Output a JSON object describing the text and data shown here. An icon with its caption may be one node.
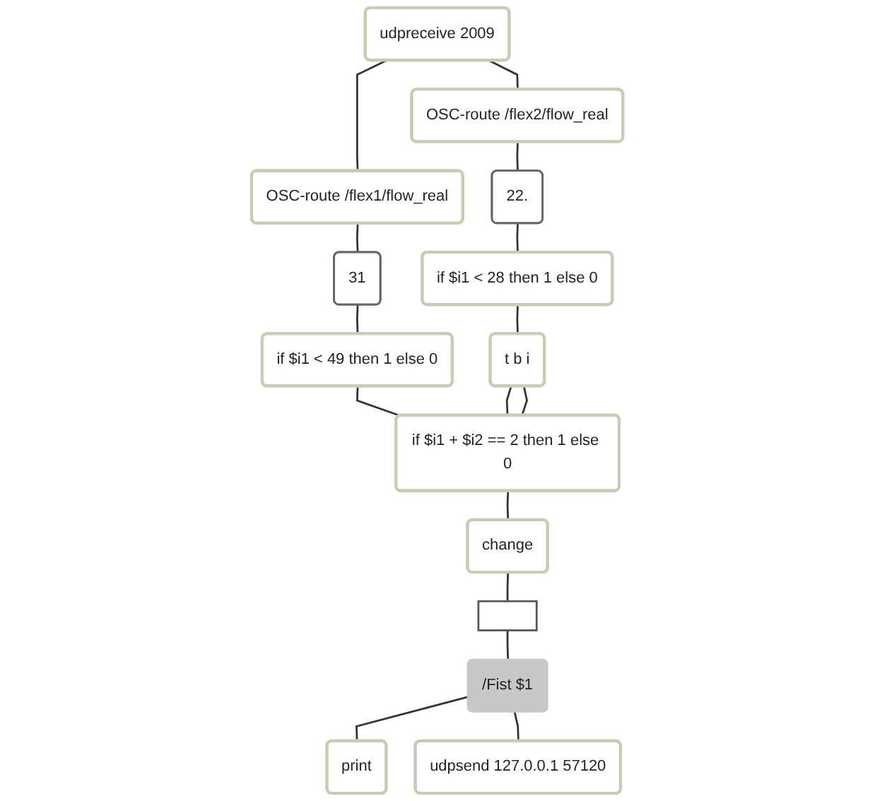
{
  "diagram": {
    "nodes": [
      {
        "text": [
          "udpreceive 2009"
        ]
      },
      {
        "text": [
          "OSC-route /flex1/flow_real"
        ]
      },
      {
        "text": [
          "OSC-route /flex2/flow_real"
        ]
      },
      {
        "text": [
          "31"
        ]
      },
      {
        "text": [
          "22."
        ]
      },
      {
        "text": [
          "if $i1 < 49 then 1 else 0"
        ]
      },
      {
        "text": [
          "if $i1 < 28 then 1 else 0"
        ]
      },
      {
        "text": [
          "t b i"
        ]
      },
      {
        "text": [
          "if $i1 + $i2 == 2 then 1 else 0"
        ]
      },
      {
        "text": [
          "change"
        ]
      },
      {
        "text": [],
        "shape": "box"
      },
      {
        "text": [
          "/Fist $1"
        ]
      },
      {
        "text": [
          "print"
        ]
      },
      {
        "text": [
          "udpsend 127.0.0.1 57120"
        ]
      }
    ],
    "edges": [
      {
        "from": 0,
        "to": 1,
        "arrow": "none"
      },
      {
        "from": 0,
        "to": 2,
        "arrow": "none"
      },
      {
        "from": 1,
        "to": 3,
        "arrow": "none"
      },
      {
        "from": 2,
        "to": 4,
        "arrow": "none"
      },
      {
        "from": 3,
        "to": 5,
        "arrow": "none"
      },
      {
        "from": 4,
        "to": 6,
        "arrow": "none"
      },
      {
        "from": 6,
        "to": 7,
        "arrow": "none"
      },
      {
        "from": 5,
        "to": 8,
        "arrow": "none"
      },
      {
        "from": 7,
        "to": 8,
        "arrow": "none"
      },
      {
        "from": 7,
        "to": 8,
        "arrow": "none"
      },
      {
        "from": 8,
        "to": 9,
        "arrow": "none"
      },
      {
        "from": 9,
        "to": 10,
        "arrow": "none"
      },
      {
        "from": 10,
        "to": 11,
        "arrow": "none"
      },
      {
        "from": 11,
        "to": 12,
        "arrow": "none"
      },
      {
        "from": 11,
        "to": 13,
        "arrow": "none"
      }
    ]
  }
}
